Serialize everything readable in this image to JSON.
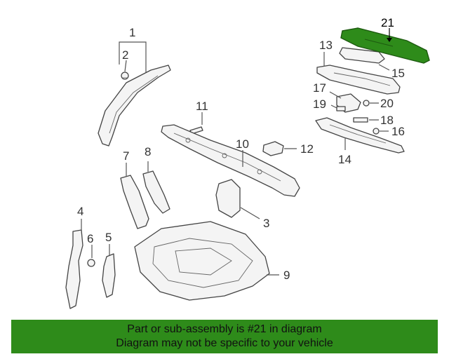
{
  "diagram": {
    "callouts": [
      "1",
      "2",
      "3",
      "4",
      "5",
      "6",
      "7",
      "8",
      "9",
      "10",
      "11",
      "12",
      "13",
      "14",
      "15",
      "16",
      "17",
      "18",
      "19",
      "20",
      "21"
    ],
    "highlighted_part": "21",
    "highlight_color": "#2e8b1a"
  },
  "banner": {
    "line1": "Part or sub-assembly is #21 in diagram",
    "line2": "Diagram may not be specific to your vehicle",
    "background": "#2e8b1a"
  }
}
